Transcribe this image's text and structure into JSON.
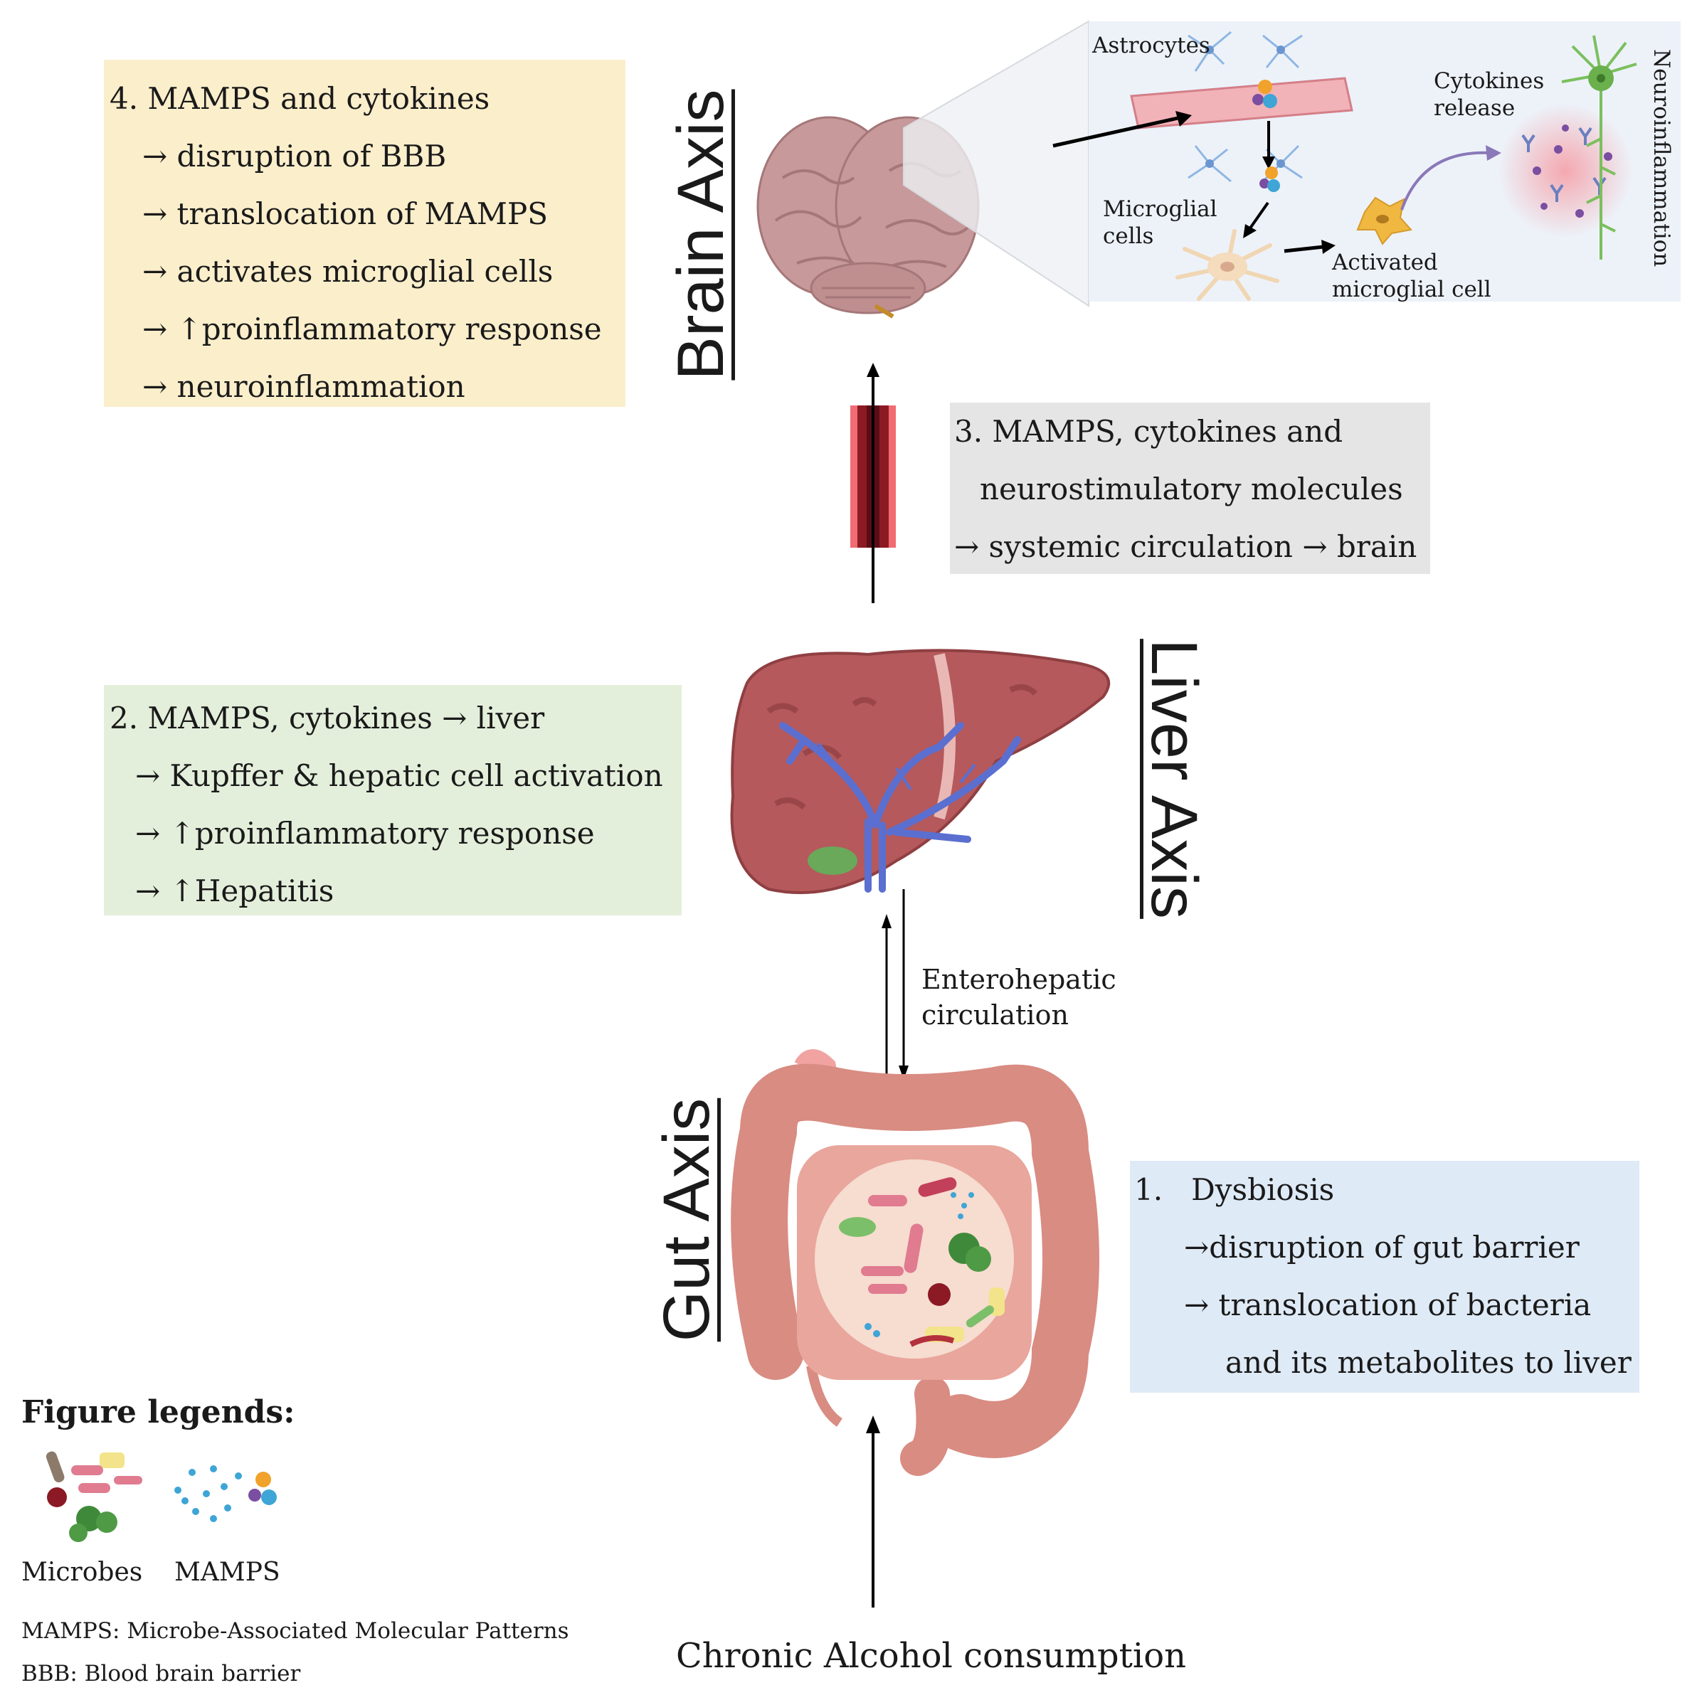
{
  "brain_axis": {
    "title": "Brain Axis",
    "box": {
      "lines": [
        "4. MAMPS and cytokines",
        "→ disruption of BBB",
        "→ translocation of MAMPS",
        "→ activates microglial cells",
        "→ ↑proinflammatory response",
        "→ neuroinflammation"
      ],
      "color": "#fbeecb"
    },
    "inset": {
      "astrocytes": "Astrocytes",
      "cytokines_release": "Cytokines release",
      "microglial_cells": "Microglial cells",
      "activated_microglial_cell": "Activated microglial cell",
      "neuroinflammation": "Neuroinflammation"
    }
  },
  "systemic_box": {
    "lines": [
      "3. MAMPS, cytokines and",
      "neurostimulatory molecules",
      "→ systemic circulation → brain"
    ],
    "color": "#e5e5e5"
  },
  "liver_axis": {
    "title": "Liver Axis",
    "box": {
      "lines": [
        "2. MAMPS, cytokines → liver",
        "→ Kupffer & hepatic cell activation",
        "→ ↑proinflammatory response",
        "→ ↑Hepatitis"
      ],
      "color": "#e4efdb"
    }
  },
  "enterohepatic": {
    "line1": "Enterohepatic",
    "line2": "circulation"
  },
  "gut_axis": {
    "title": "Gut Axis",
    "box": {
      "lines": [
        "1.   Dysbiosis",
        "→disruption of gut barrier",
        "→ translocation of bacteria",
        "and its metabolites to liver"
      ],
      "color": "#deeaf6"
    }
  },
  "bottom_label": "Chronic Alcohol consumption",
  "legend": {
    "heading": "Figure legends:",
    "microbes": "Microbes",
    "mamps": "MAMPS",
    "abbr1": "MAMPS: Microbe-Associated Molecular Patterns",
    "abbr2": "BBB: Blood brain barrier"
  },
  "colors": {
    "brain": "#c7999a",
    "liver": "#b5595c",
    "vein": "#5a6fd0",
    "intestine": "#d98c82",
    "vessel": "#8b1a24"
  }
}
